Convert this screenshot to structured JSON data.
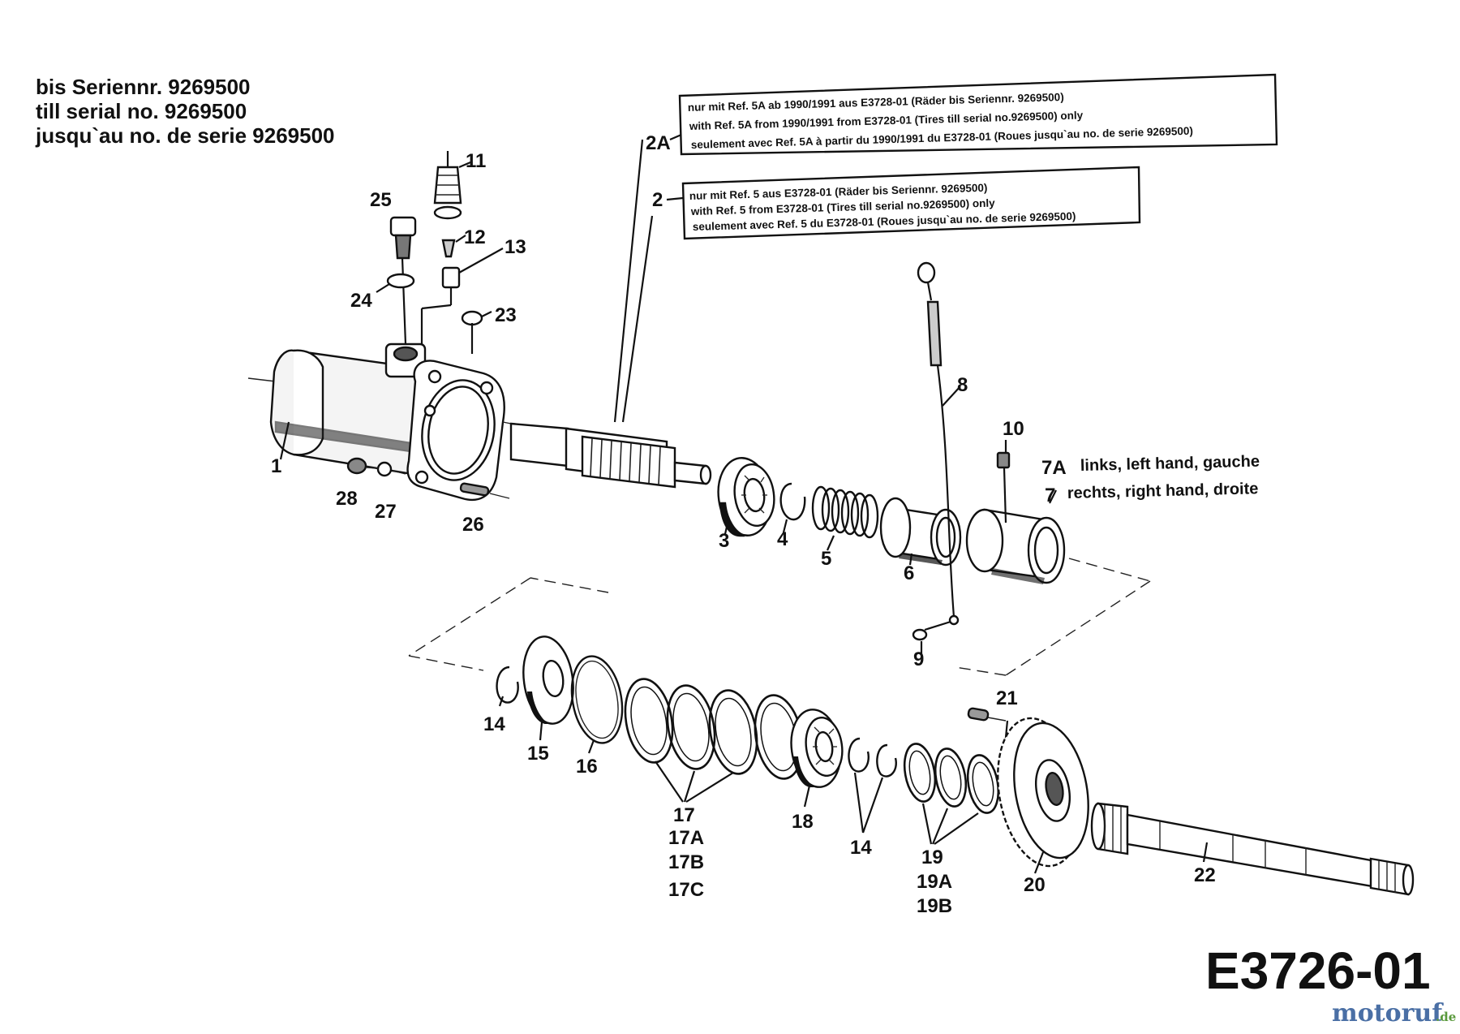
{
  "header": {
    "line1": "bis Seriennr. 9269500",
    "line2": "till serial no. 9269500",
    "line3": "jusqu`au no. de serie 9269500"
  },
  "notes": {
    "note_2A": {
      "ref": "2A",
      "lines": [
        "nur mit Ref. 5A ab 1990/1991 aus E3728-01 (Räder bis Seriennr. 9269500)",
        "with Ref. 5A from 1990/1991 from E3728-01 (Tires till serial no.9269500) only",
        "seulement avec Ref. 5A à partir du 1990/1991 du E3728-01 (Roues jusqu`au no. de serie 9269500)"
      ]
    },
    "note_2": {
      "ref": "2",
      "lines": [
        "nur mit Ref. 5 aus E3728-01 (Räder bis Seriennr. 9269500)",
        "with Ref. 5 from E3728-01 (Tires till serial no.9269500) only",
        "seulement avec Ref. 5 du E3728-01 (Roues jusqu`au no. de serie 9269500)"
      ]
    }
  },
  "side_labels": {
    "ref_7A": "7A",
    "text_7A": "links, left hand, gauche",
    "ref_7": "7",
    "text_7": "rechts, right hand, droite"
  },
  "parts": {
    "p1": "1",
    "p3": "3",
    "p4": "4",
    "p5": "5",
    "p6": "6",
    "p8": "8",
    "p9": "9",
    "p10": "10",
    "p11": "11",
    "p12": "12",
    "p13": "13",
    "p14a": "14",
    "p14b": "14",
    "p15": "15",
    "p16": "16",
    "p17": "17",
    "p17A": "17A",
    "p17B": "17B",
    "p17C": "17C",
    "p18": "18",
    "p19": "19",
    "p19A": "19A",
    "p19B": "19B",
    "p20": "20",
    "p21": "21",
    "p22": "22",
    "p23": "23",
    "p24": "24",
    "p25": "25",
    "p26": "26",
    "p27": "27",
    "p28": "28"
  },
  "diagram_code": "E3726-01",
  "watermark": {
    "brand": "motoruf",
    "tld": ".de"
  },
  "colors": {
    "ink": "#111111",
    "brand_blue": "#4a6fa5",
    "brand_orange": "#e08a2a",
    "brand_green": "#5a9a3c"
  }
}
